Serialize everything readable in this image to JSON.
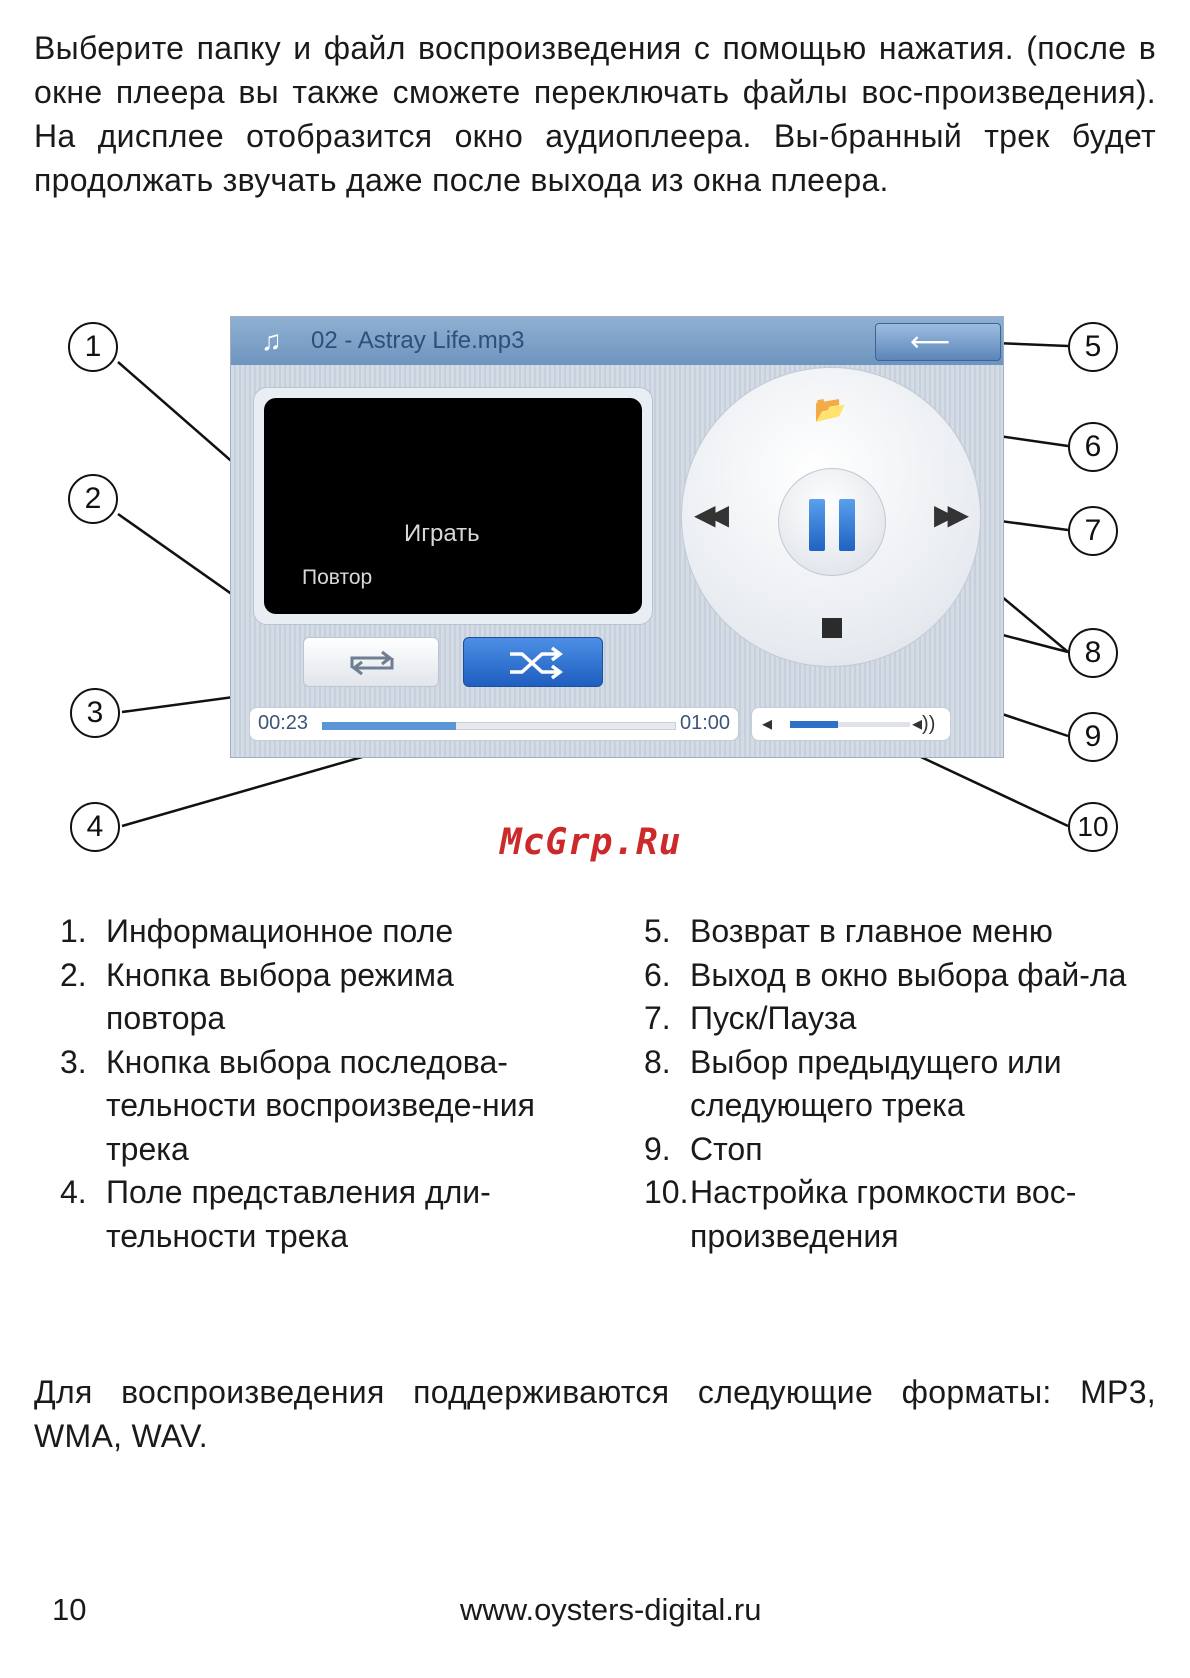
{
  "intro": "Выберите папку и файл воспроизведения с помощью нажатия. (после в окне плеера вы также сможете переключать файлы вос-произведения). На дисплее отобразится окно аудиоплеера. Вы-бранный трек будет продолжать звучать даже после выхода из окна плеера.",
  "player": {
    "track_title": "02 - Astray Life.mp3",
    "info_play": "Играть",
    "info_repeat": "Повтор",
    "time_elapsed": "00:23",
    "time_total": "01:00",
    "progress_fraction": 0.38,
    "volume_fraction": 0.4,
    "accent_color": "#2f6fc7"
  },
  "callouts": [
    "1",
    "2",
    "3",
    "4",
    "5",
    "6",
    "7",
    "8",
    "9",
    "10"
  ],
  "watermark": "McGrp.Ru",
  "legend_left": [
    {
      "num": "1.",
      "text": "Информационное поле"
    },
    {
      "num": "2.",
      "text": "Кнопка выбора режима повтора"
    },
    {
      "num": "3.",
      "text": "Кнопка выбора последова-тельности воспроизведе-ния трека"
    },
    {
      "num": "4.",
      "text": "Поле представления дли-тельности трека"
    }
  ],
  "legend_right": [
    {
      "num": "5.",
      "text": "Возврат в главное меню"
    },
    {
      "num": "6.",
      "text": "Выход в окно выбора фай-ла"
    },
    {
      "num": "7.",
      "text": "Пуск/Пауза"
    },
    {
      "num": "8.",
      "text": "Выбор предыдущего или следующего трека"
    },
    {
      "num": "9.",
      "text": "Стоп"
    },
    {
      "num": "10.",
      "text": "Настройка громкости вос-произведения"
    }
  ],
  "formats": "Для воспроизведения поддерживаются следующие форматы: MP3, WMA, WAV.",
  "footer": {
    "page_number": "10",
    "url": "www.oysters-digital.ru"
  }
}
